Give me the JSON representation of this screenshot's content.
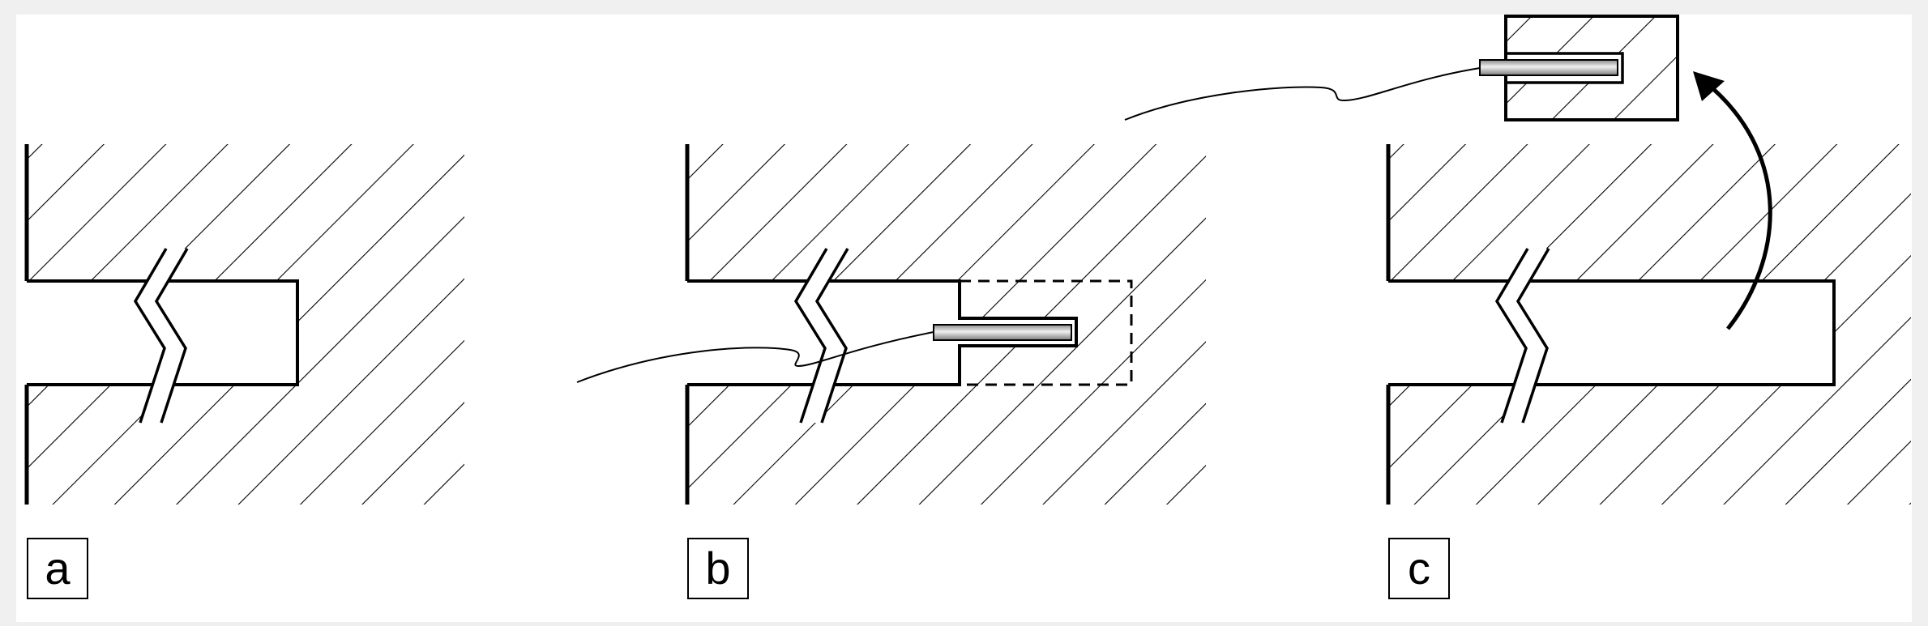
{
  "figure": {
    "background": "#ffffff",
    "outer_background": "#f0f0f0",
    "ink": "#000000",
    "panels": [
      {
        "id": "a",
        "label": "a",
        "shows": "hole-with-crack"
      },
      {
        "id": "b",
        "label": "b",
        "shows": "hole-with-gauge-inserted"
      },
      {
        "id": "c",
        "label": "c",
        "shows": "gauge-removed-with-core"
      }
    ],
    "colors": {
      "gauge_fill": "#b4b4b4",
      "gauge_highlight": "#e8e8e8"
    }
  }
}
